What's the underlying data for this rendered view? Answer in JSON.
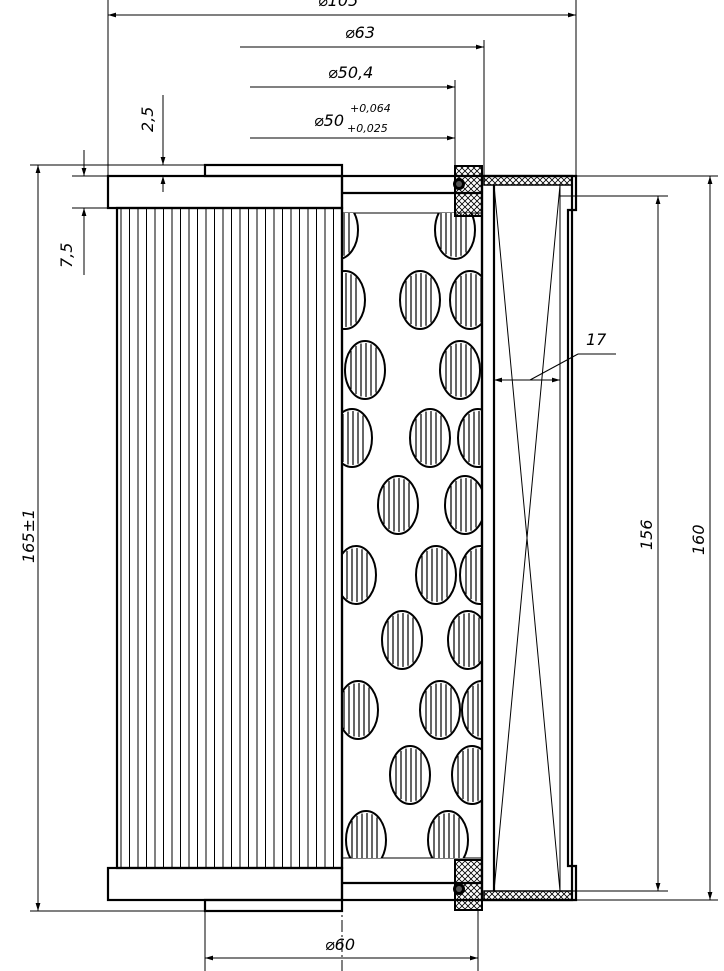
{
  "drawing": {
    "dimensions": {
      "outer_diameter": "⌀105",
      "flange_diameter": "⌀63",
      "seal_diameter": "⌀50,4",
      "bore_diameter": "⌀50",
      "bore_tol_upper": "+0,064",
      "bore_tol_lower": "+0,025",
      "cap_thickness": "2,5",
      "end_plate_height": "7,5",
      "total_length": "165±1",
      "wall_thickness": "17",
      "inner_length": "156",
      "outer_length": "160",
      "bottom_diameter": "⌀60"
    }
  }
}
